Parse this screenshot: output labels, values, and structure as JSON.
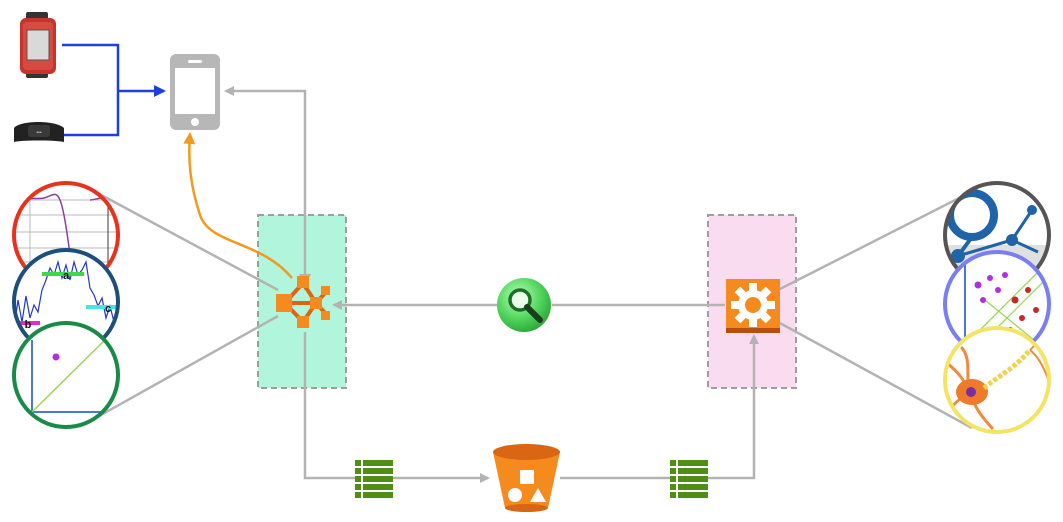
{
  "diagram": {
    "type": "architecture-flow",
    "colors": {
      "background": "#ffffff",
      "connector": "#b3b3b3",
      "sensor_link": "#1f3fdc",
      "notification_link": "#f39a1c",
      "left_zone_fill": "#b2f5dd",
      "right_zone_fill": "#fadcf1",
      "zone_border": "#9e9e9e",
      "aws_orange": "#f58b1f",
      "aws_orange_dark": "#d86613",
      "search_green": "#5ee36a",
      "data_green": "#4f8f14"
    },
    "nodes": [
      {
        "id": "smartwatch",
        "icon": "smartwatch-icon"
      },
      {
        "id": "chest-strap",
        "icon": "heart-rate-strap-icon"
      },
      {
        "id": "phone",
        "icon": "smartphone-icon"
      },
      {
        "id": "stream-processor",
        "icon": "stream-processing-icon"
      },
      {
        "id": "search",
        "icon": "magnifier-icon"
      },
      {
        "id": "batch-compute",
        "icon": "gear-icon"
      },
      {
        "id": "storage",
        "icon": "storage-bucket-icon"
      },
      {
        "id": "data-in",
        "icon": "data-records-icon"
      },
      {
        "id": "data-out",
        "icon": "data-records-icon"
      }
    ],
    "left_circles": [
      {
        "id": "signal-threshold",
        "ring_color": "#e8321e"
      },
      {
        "id": "signal-segments",
        "ring_color": "#1d4f7c",
        "labels": [
          "a",
          "b",
          "c"
        ]
      },
      {
        "id": "regression-plot",
        "ring_color": "#1a8a48"
      }
    ],
    "right_circles": [
      {
        "id": "network-graph",
        "ring_color": "#555555"
      },
      {
        "id": "classification-scatter",
        "ring_color": "#7a7ef5"
      },
      {
        "id": "neuron",
        "ring_color": "#f3e563"
      }
    ]
  }
}
